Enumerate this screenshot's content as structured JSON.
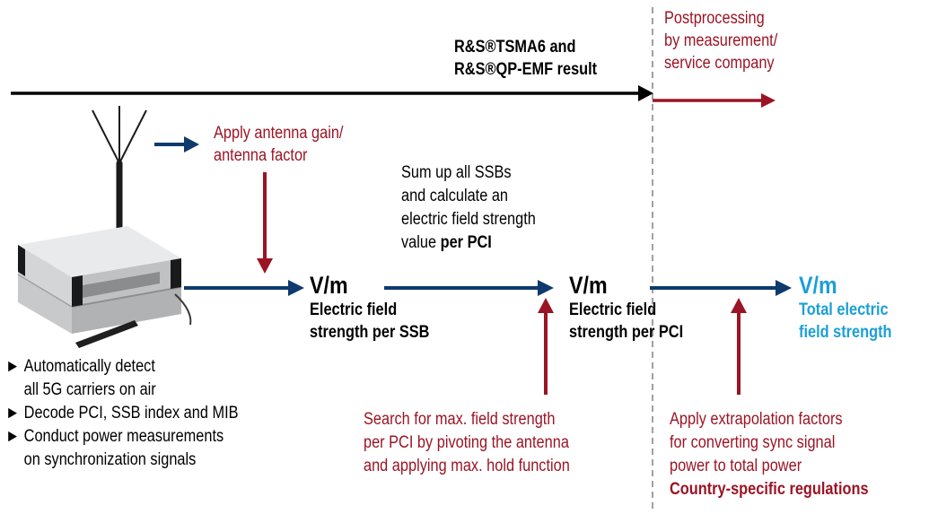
{
  "top_label": [
    "R&S®TSMA6 and",
    "R&S®QP-EMF result"
  ],
  "postprocessing": [
    "Postprocessing",
    "by measurement/",
    "service company"
  ],
  "antenna_gain": [
    "Apply antenna gain/",
    "antenna factor"
  ],
  "sum_ssb": {
    "line1": "Sum up all SSBs",
    "line2": "and calculate an",
    "line3": "electric field strength",
    "line4_pre": "value ",
    "line4_bold": "per PCI"
  },
  "nodes": [
    {
      "unit": "V/m",
      "line1": "Electric field",
      "line2": "strength per SSB"
    },
    {
      "unit": "V/m",
      "line1": "Electric field",
      "line2": "strength per PCI"
    },
    {
      "unit": "V/m",
      "line1": "Total electric",
      "line2": "field strength"
    }
  ],
  "bullets": [
    [
      "Automatically detect",
      "all 5G carriers on air"
    ],
    [
      "Decode PCI, SSB index and MIB"
    ],
    [
      "Conduct power measurements",
      "on synchronization signals"
    ]
  ],
  "search_note": [
    "Search for max. field strength",
    "per PCI by pivoting the antenna",
    "and applying max. hold function"
  ],
  "extrapolation_note": {
    "lines": [
      "Apply extrapolation factors",
      "for converting sync signal",
      "power to total power"
    ],
    "bold": "Country-specific regulations"
  },
  "colors": {
    "black_arrow": "#000000",
    "blue_arrow": "#0e3a6e",
    "red_arrow": "#9b1424",
    "highlight_blue": "#1a9fd8",
    "divider": "#a0a0a0"
  }
}
